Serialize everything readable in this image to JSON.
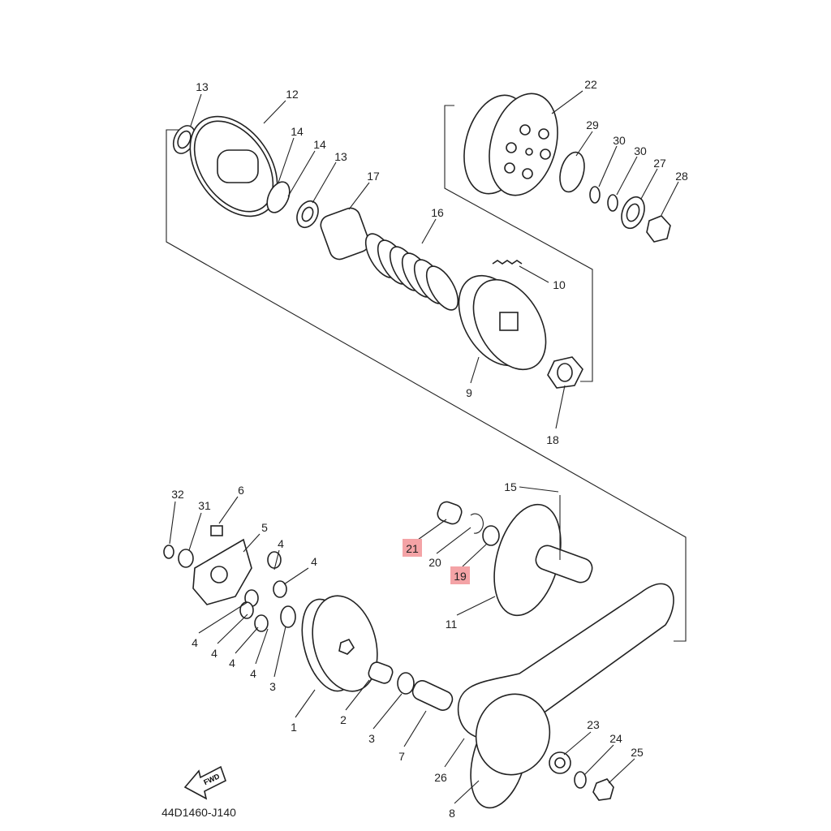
{
  "diagram": {
    "title_code": "44D1460-J140",
    "fwd_label": "FWD",
    "highlight_color": "#f4a3a6",
    "highlighted_parts": [
      "21",
      "19"
    ],
    "callouts": [
      "13",
      "12",
      "14",
      "14",
      "13",
      "17",
      "16",
      "22",
      "29",
      "30",
      "30",
      "27",
      "28",
      "10",
      "9",
      "18",
      "15",
      "32",
      "31",
      "6",
      "5",
      "4",
      "4",
      "21",
      "20",
      "19",
      "11",
      "4",
      "4",
      "4",
      "4",
      "3",
      "1",
      "2",
      "3",
      "7",
      "26",
      "8",
      "23",
      "24",
      "25"
    ]
  }
}
